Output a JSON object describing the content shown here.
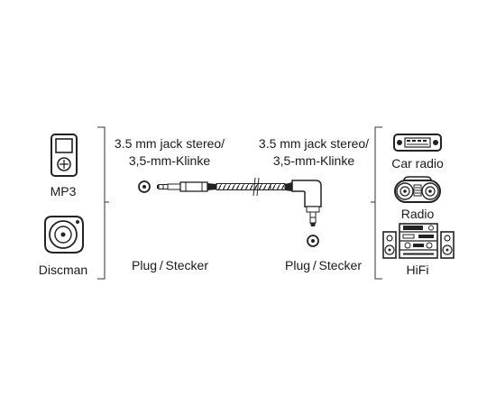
{
  "left_devices": [
    {
      "label": "MP3",
      "icon": "mp3-player-icon"
    },
    {
      "label": "Discman",
      "icon": "discman-icon"
    }
  ],
  "right_devices": [
    {
      "label": "Car radio",
      "icon": "car-radio-icon"
    },
    {
      "label": "Radio",
      "icon": "radio-icon"
    },
    {
      "label": "HiFi",
      "icon": "hifi-icon"
    }
  ],
  "connectors": {
    "left": {
      "title_line1": "3.5 mm jack stereo/",
      "title_line2": "3,5-mm-Klinke",
      "plug_label": "Plug / Stecker",
      "icon": "straight-jack-plug-icon"
    },
    "right": {
      "title_line1": "3.5 mm jack stereo/",
      "title_line2": "3,5-mm-Klinke",
      "plug_label": "Plug / Stecker",
      "icon": "angled-jack-plug-icon"
    }
  },
  "colors": {
    "line": "#222222",
    "background": "#ffffff"
  }
}
